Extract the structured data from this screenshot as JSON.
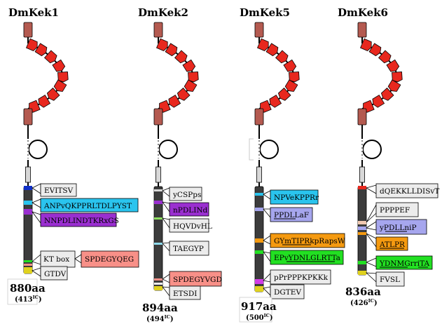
{
  "colors": {
    "ig_domain": "#b45a50",
    "lrr": "#e8281e",
    "tm_fill": "#d8d8d8",
    "cyto_fill": "#3c3c3c",
    "box_white": "#ececec",
    "box_cyan": "#2ac4ee",
    "box_purple": "#9a2fd0",
    "box_salmon": "#f89088",
    "box_orange": "#f59a10",
    "box_green": "#22e022",
    "box_lavender": "#a6a6ee"
  },
  "proteins": [
    {
      "name": "DmKek1",
      "total": "880aa",
      "ic": "(413",
      "ic_sup": "IC",
      "ic_close": ")",
      "features": [
        {
          "label": "EVITSV",
          "color": "white"
        },
        {
          "label": "ANPvQKPPRLTDLPYST",
          "color": "cyan"
        },
        {
          "label": "NNPDLINDTKRxGS",
          "color": "purple"
        },
        {
          "label": "KT box",
          "color": "white"
        },
        {
          "label": "SPDEGYQEG",
          "color": "salmon"
        },
        {
          "label": "GTDV",
          "color": "white"
        }
      ]
    },
    {
      "name": "DmKek2",
      "total": "894aa",
      "ic": "(494",
      "ic_sup": "IC",
      "ic_close": ")",
      "features": [
        {
          "label": "yCSPps",
          "color": "white"
        },
        {
          "label": "nPDLINd",
          "color": "purple"
        },
        {
          "label": "HQVDvHL",
          "color": "white"
        },
        {
          "label": "TAEGYP",
          "color": "white"
        },
        {
          "label": "SPDEGYVGD",
          "color": "salmon"
        },
        {
          "label": "ETSDI",
          "color": "white"
        }
      ]
    },
    {
      "name": "DmKek5",
      "total": "917aa",
      "ic": "(500",
      "ic_sup": "IC",
      "ic_close": ")",
      "features": [
        {
          "label": "NPVeKPPRr",
          "color": "cyan"
        },
        {
          "label": "PPDLLaF",
          "color": "lavender"
        },
        {
          "label": "GYmTIPRkpRapsW",
          "color": "orange"
        },
        {
          "label": "EPvYDNLGLRTTa",
          "color": "green"
        },
        {
          "label": "pPrPPPKPKKk",
          "color": "white"
        },
        {
          "label": "DGTEV",
          "color": "white"
        }
      ]
    },
    {
      "name": "DmKek6",
      "total": "836aa",
      "ic": "(426",
      "ic_sup": "IC",
      "ic_close": ")",
      "features": [
        {
          "label": "dQEKKLLDISvT",
          "color": "white"
        },
        {
          "label": "PPPPEF",
          "color": "white"
        },
        {
          "label": "yPDLLniP",
          "color": "lavender"
        },
        {
          "label": "ATLPR",
          "color": "orange"
        },
        {
          "label": "YDNMGrriTA",
          "color": "green"
        },
        {
          "label": "FVSL",
          "color": "white"
        }
      ]
    }
  ]
}
